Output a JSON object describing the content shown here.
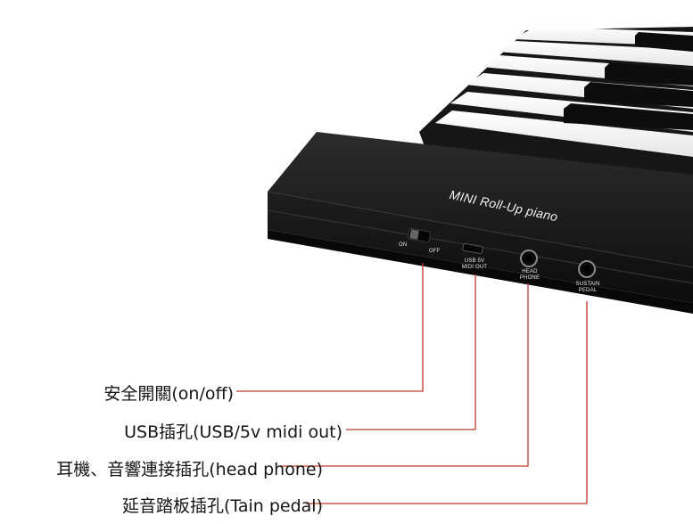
{
  "device": {
    "brand_text": "MINI Roll-Up piano",
    "switch_on_label": "ON",
    "switch_off_label": "OFF",
    "usb_port_label_1": "USB 5V",
    "usb_port_label_2": "MIDI OUT",
    "headphone_label_1": "HEAD",
    "headphone_label_2": "PHONE",
    "pedal_label_1": "SUSTAIN",
    "pedal_label_2": "PEDAL"
  },
  "callouts": [
    {
      "text": "安全開關(on/off)"
    },
    {
      "text": "USB插孔(USB/5v midi out)"
    },
    {
      "text": "耳機、音響連接插孔(head phone)"
    },
    {
      "text": "延音踏板插孔(Tain pedal)"
    }
  ],
  "colors": {
    "leader_line": "#c0392b",
    "device_body": "#1a1a1a",
    "white_key": "#f4f4f4",
    "black_key": "#101010"
  }
}
